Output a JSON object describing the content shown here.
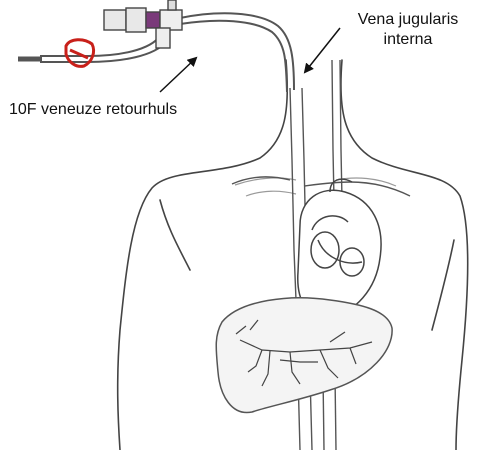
{
  "labels": {
    "vessel_line1": "Vena jugularis",
    "vessel_line2": "interna",
    "catheter": "10F veneuze retourhuls"
  },
  "colors": {
    "outline": "#444444",
    "light_outline": "#9a9a9a",
    "catheter_clamp": "#c8201a",
    "hub_purple": "#7a3a7a",
    "arrow": "#111111"
  }
}
